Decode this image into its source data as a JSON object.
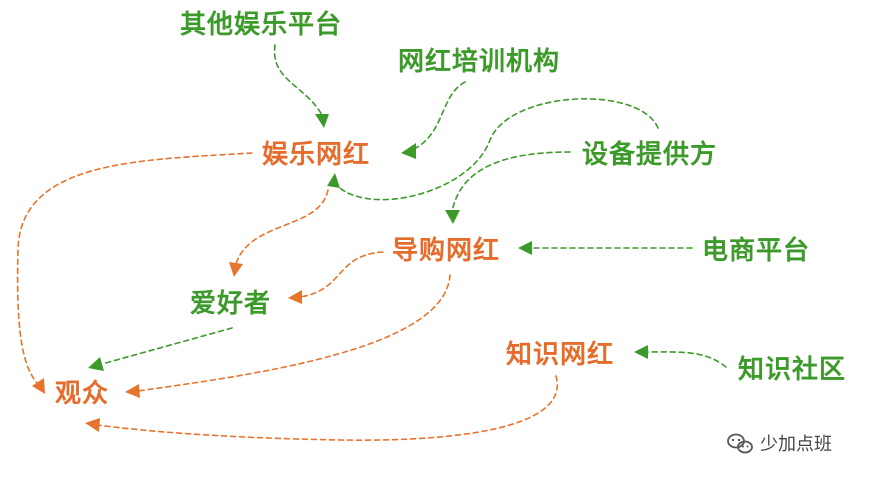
{
  "nodes": {
    "other_platforms": {
      "label": "其他娱乐平台",
      "color": "green"
    },
    "influencer_training": {
      "label": "网红培训机构",
      "color": "green"
    },
    "entertainment_influencer": {
      "label": "娱乐网红",
      "color": "orange"
    },
    "equipment_providers": {
      "label": "设备提供方",
      "color": "green"
    },
    "shopping_influencer": {
      "label": "导购网红",
      "color": "orange"
    },
    "ecommerce_platform": {
      "label": "电商平台",
      "color": "green"
    },
    "fans": {
      "label": "爱好者",
      "color": "green"
    },
    "knowledge_influencer": {
      "label": "知识网红",
      "color": "orange"
    },
    "knowledge_community": {
      "label": "知识社区",
      "color": "green"
    },
    "audience": {
      "label": "观众",
      "color": "orange"
    }
  },
  "edges": [
    {
      "from": "other_platforms",
      "to": "entertainment_influencer",
      "color": "green"
    },
    {
      "from": "influencer_training",
      "to": "entertainment_influencer",
      "color": "green"
    },
    {
      "from": "equipment_providers",
      "to": "entertainment_influencer",
      "color": "green"
    },
    {
      "from": "equipment_providers",
      "to": "shopping_influencer",
      "color": "green"
    },
    {
      "from": "ecommerce_platform",
      "to": "shopping_influencer",
      "color": "green"
    },
    {
      "from": "knowledge_community",
      "to": "knowledge_influencer",
      "color": "green"
    },
    {
      "from": "fans",
      "to": "audience",
      "color": "green"
    },
    {
      "from": "entertainment_influencer",
      "to": "fans",
      "color": "orange"
    },
    {
      "from": "shopping_influencer",
      "to": "fans",
      "color": "orange"
    },
    {
      "from": "entertainment_influencer",
      "to": "audience",
      "color": "orange"
    },
    {
      "from": "shopping_influencer",
      "to": "audience",
      "color": "orange"
    },
    {
      "from": "knowledge_influencer",
      "to": "audience",
      "color": "orange"
    }
  ],
  "watermark": {
    "text": "少加点班",
    "icon": "wechat-icon"
  }
}
